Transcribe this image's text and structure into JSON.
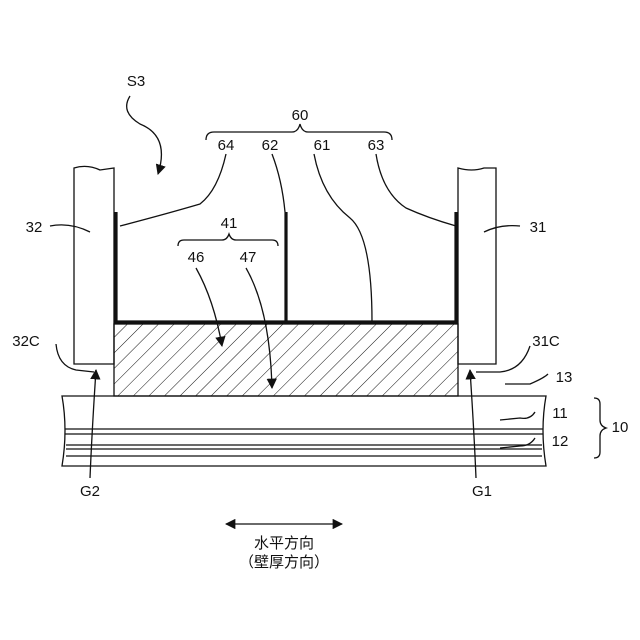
{
  "labels": {
    "s3": "S3",
    "n60": "60",
    "n64": "64",
    "n62": "62",
    "n61": "61",
    "n63": "63",
    "n41": "41",
    "n46": "46",
    "n47": "47",
    "n32": "32",
    "n31": "31",
    "n32c": "32C",
    "n31c": "31C",
    "n13": "13",
    "n11": "11",
    "n12": "12",
    "n10": "10",
    "g2": "G2",
    "g1": "G1"
  },
  "caption": {
    "line1": "水平方向",
    "line2": "（壁厚方向）"
  }
}
